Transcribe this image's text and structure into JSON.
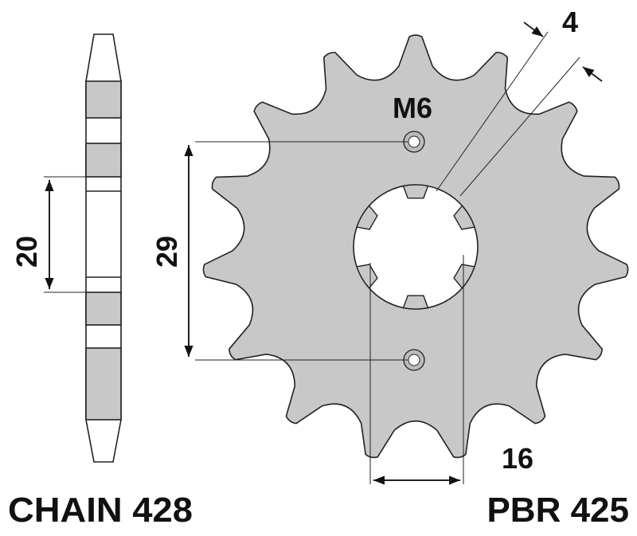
{
  "labels": {
    "chain": "CHAIN 428",
    "part": "PBR 425",
    "bolt": "M6",
    "dim_thickness": "4",
    "dim_spline": "16",
    "dim_bolt_spacing": "29",
    "dim_hub_width": "20"
  },
  "sprocket": {
    "teeth": 15,
    "splines": 6
  },
  "colors": {
    "fill": "#c8c8c8",
    "stroke": "#222222",
    "background": "#ffffff"
  }
}
